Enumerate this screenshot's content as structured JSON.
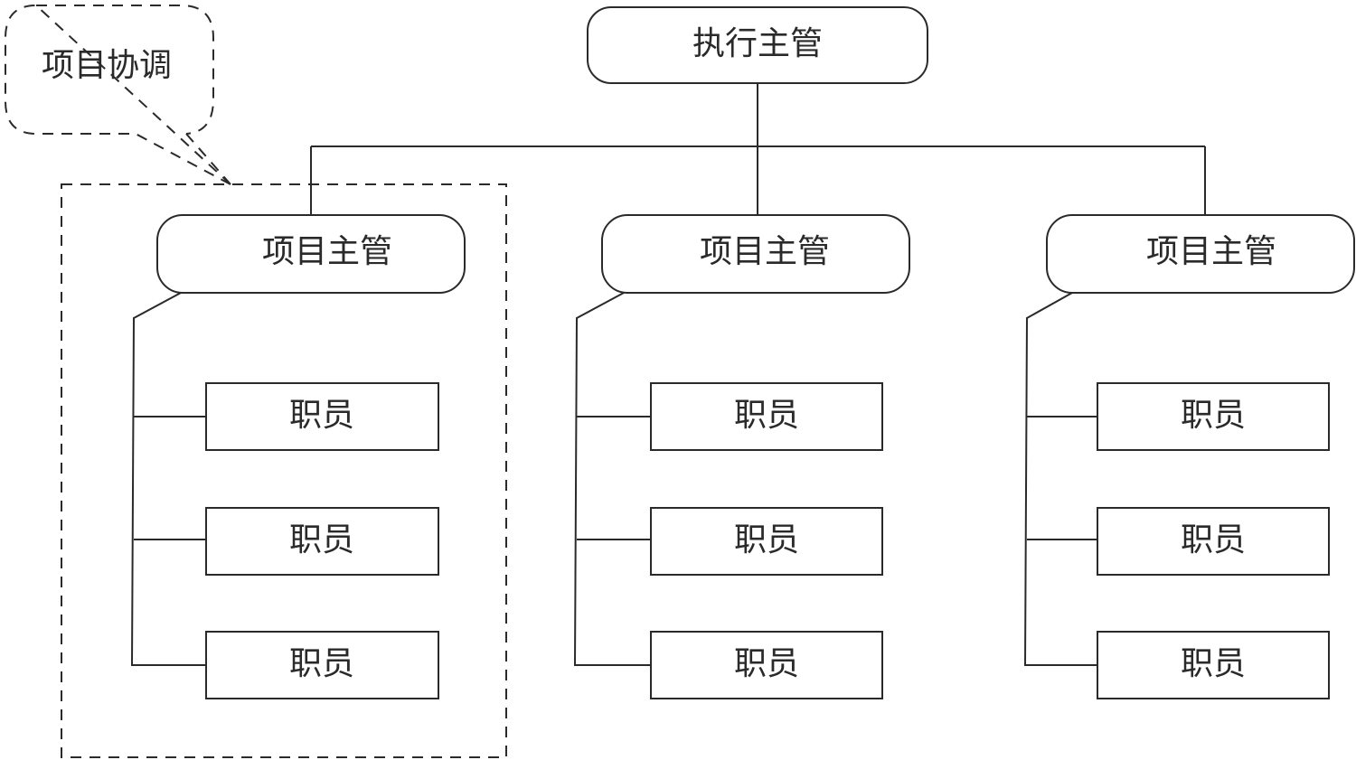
{
  "diagram": {
    "root": {
      "label": "执行主管"
    },
    "coordination": {
      "label": "项目协调"
    },
    "managers": [
      {
        "label": "项目主管",
        "staff": [
          "职员",
          "职员",
          "职员"
        ]
      },
      {
        "label": "项目主管",
        "staff": [
          "职员",
          "职员",
          "职员"
        ]
      },
      {
        "label": "项目主管",
        "staff": [
          "职员",
          "职员",
          "职员"
        ]
      }
    ]
  },
  "colors": {
    "stroke": "#2a2a2a",
    "background": "#ffffff"
  }
}
